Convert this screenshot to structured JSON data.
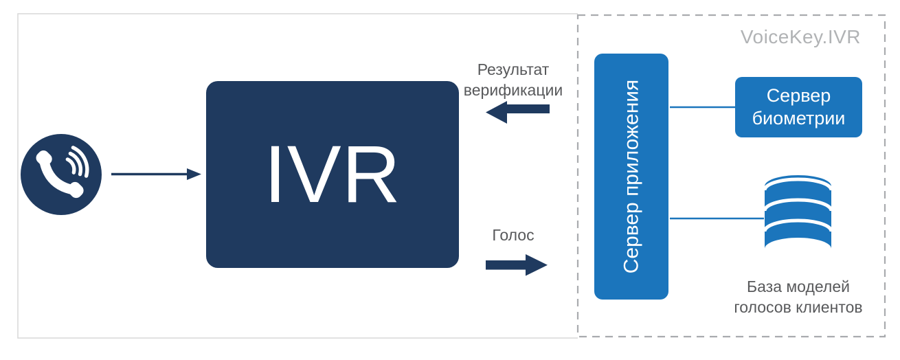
{
  "header": {
    "voicekey_label": "VoiceKey.IVR"
  },
  "nodes": {
    "ivr_label": "IVR",
    "app_server_label": "Сервер приложения",
    "biometry_server": {
      "line1": "Сервер",
      "line2": "биометрии"
    },
    "voice_db": {
      "line1": "База моделей",
      "line2": "голосов клиентов"
    }
  },
  "flows": {
    "verification_result": {
      "line1": "Результат",
      "line2": "верификации"
    },
    "voice": "Голос"
  },
  "icons": {
    "caller": "phone-call-icon",
    "database": "database-icon"
  },
  "colors": {
    "navy": "#1F3A5F",
    "blue": "#1B75BC",
    "text_gray": "#58595B",
    "voicekey_gray": "#B1B3B5",
    "dashed_border": "#A9ABAE",
    "solid_border": "#D7D7D7"
  }
}
